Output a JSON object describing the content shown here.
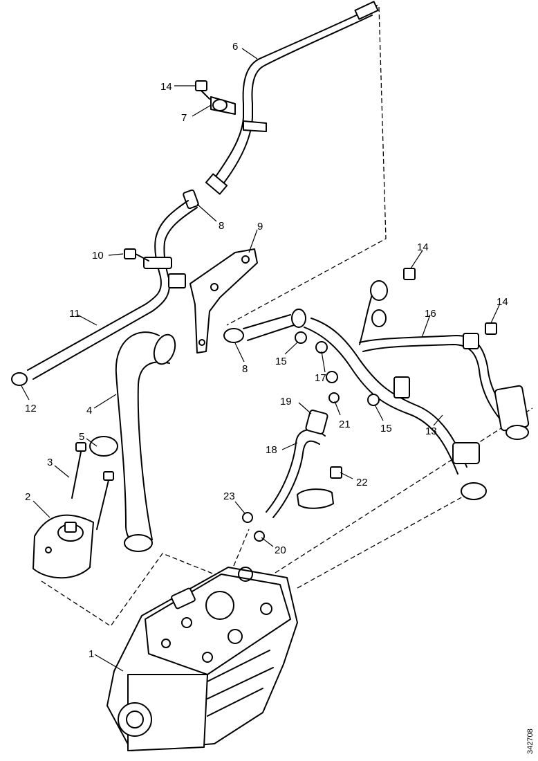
{
  "diagram": {
    "reference_code": "342708",
    "callouts": [
      "1",
      "2",
      "3",
      "4",
      "5",
      "6",
      "7",
      "8",
      "8",
      "9",
      "10",
      "11",
      "12",
      "13",
      "14",
      "14",
      "14",
      "15",
      "15",
      "16",
      "17",
      "18",
      "19",
      "20",
      "21",
      "22",
      "23"
    ]
  }
}
